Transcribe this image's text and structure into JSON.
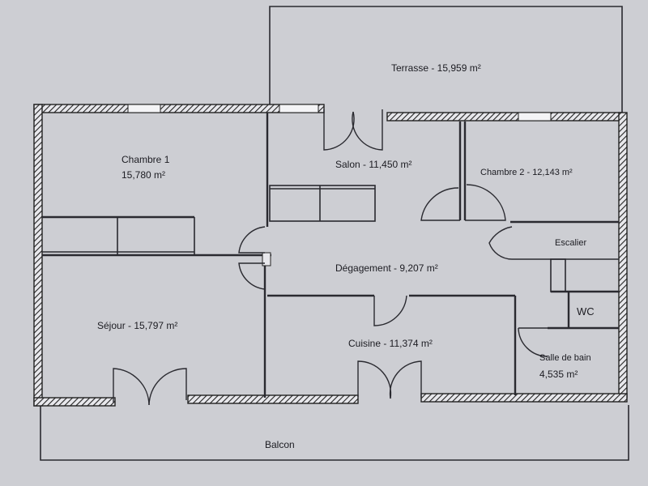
{
  "rooms": {
    "terrasse": "Terrasse - 15,959 m²",
    "chambre1_name": "Chambre 1",
    "chambre1_area": "15,780 m²",
    "salon": "Salon - 11,450 m²",
    "chambre2": "Chambre 2 - 12,143 m²",
    "escalier": "Escalier",
    "degagement": "Dégagement - 9,207 m²",
    "sejour": "Séjour - 15,797 m²",
    "cuisine": "Cuisine - 11,374 m²",
    "wc": "WC",
    "sdb_name": "Salle de bain",
    "sdb_area": "4,535 m²",
    "balcon": "Balcon"
  },
  "colors": {
    "paper": "#cdced3",
    "ink": "#2a2a30"
  }
}
